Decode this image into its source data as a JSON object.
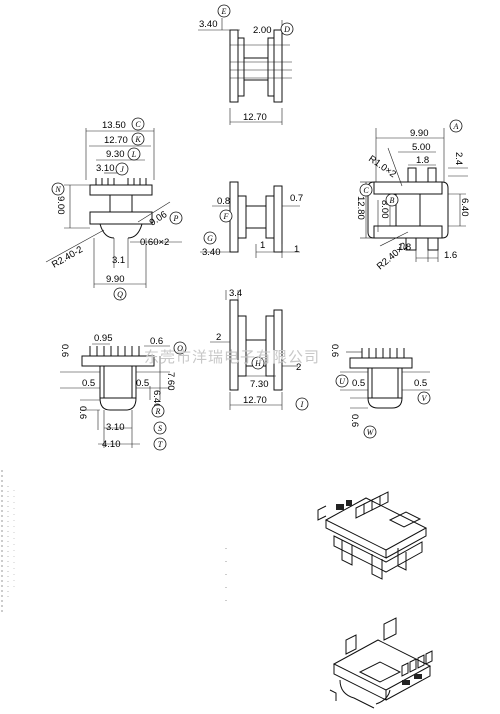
{
  "watermark": "东莞市洋瑞电子有限公司",
  "dims": {
    "v1_340": "3.40",
    "v1_200": "2.00",
    "v1_1270": "12.70",
    "v2_1350": "13.50",
    "v2_1270": "12.70",
    "v2_930": "9.30",
    "v2_310": "3.10",
    "v2_900": "9.00",
    "v2_906": "9.06",
    "v2_r240": "R2.40-2",
    "v2_060": "0.60×2",
    "v2_31": "3.1",
    "v2_990": "9.90",
    "v3_08": "0.8",
    "v3_07": "0.7",
    "v3_340": "3.40",
    "v3_1a": "1",
    "v3_1b": "1",
    "v4_990": "9.90",
    "v4_500": "5.00",
    "v4_r10": "R1.0×2",
    "v4_18a": "1.8",
    "v4_24": "2.4",
    "v4_1280": "12.80",
    "v4_800": "8.00",
    "v4_640": "6.40",
    "v4_r240": "R2.40×2",
    "v4_18b": "1.8",
    "v4_16": "1.6",
    "v5_095": "0.95",
    "v5_06a": "0.6",
    "v5_06b": "0.6",
    "v5_05a": "0.5",
    "v5_05b": "0.5",
    "v5_760": "7.60",
    "v5_640": "6.40",
    "v5_06c": "0.6",
    "v5_310": "3.10",
    "v5_410": "4.10",
    "v6_34": "3.4",
    "v6_2a": "2",
    "v6_730": "7.30",
    "v6_2b": "2",
    "v6_1270": "12.70",
    "v7_06a": "0.6",
    "v7_05a": "0.5",
    "v7_05b": "0.5",
    "v7_06b": "0.6"
  },
  "callouts": {
    "E": "E",
    "D": "D",
    "C": "C",
    "K": "K",
    "L": "L",
    "J": "J",
    "N": "N",
    "P": "P",
    "Q": "Q",
    "F": "F",
    "G": "G",
    "A": "A",
    "B": "B",
    "H": "H",
    "I": "I",
    "R": "R",
    "O": "O",
    "S": "S",
    "T": "T",
    "U": "U",
    "V": "V",
    "W": "W"
  }
}
